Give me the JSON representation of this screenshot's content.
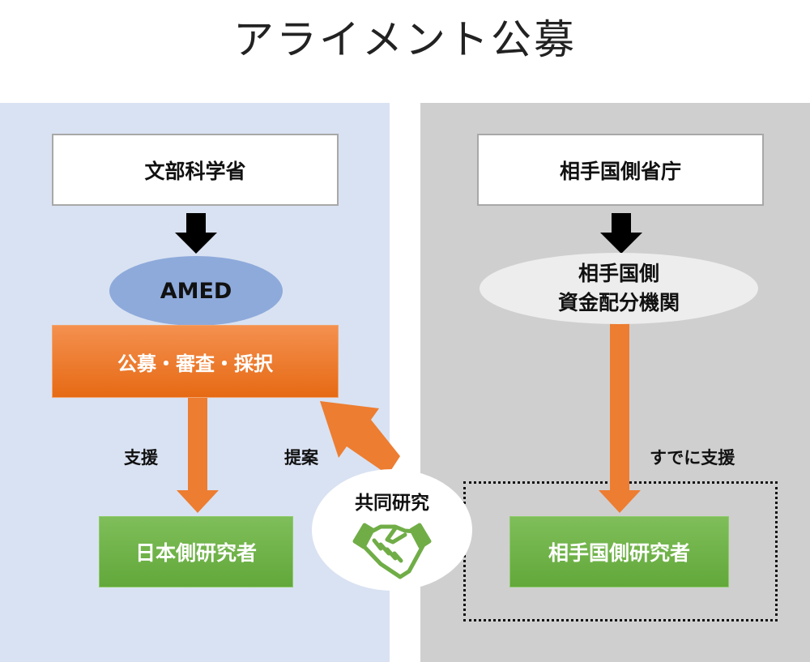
{
  "title": "アライメント公募",
  "left": {
    "ministry": "文部科学省",
    "agency": "AMED",
    "process": "公募・審査・採択",
    "support_label": "支援",
    "proposal_label": "提案",
    "researcher": "日本側研究者"
  },
  "center": {
    "joint_research": "共同研究",
    "icon": "handshake-icon"
  },
  "right": {
    "ministry": "相手国側省庁",
    "agency_line1": "相手国側",
    "agency_line2": "資金配分機関",
    "support_label": "すでに支援",
    "researcher": "相手国側研究者"
  },
  "colors": {
    "left_panel": "#d9e2f2",
    "right_panel": "#d0cfd0",
    "orange": "#ed7d31",
    "green": "#70ad47",
    "amed_ellipse": "#8eaadb",
    "partner_ellipse": "#ededed"
  }
}
